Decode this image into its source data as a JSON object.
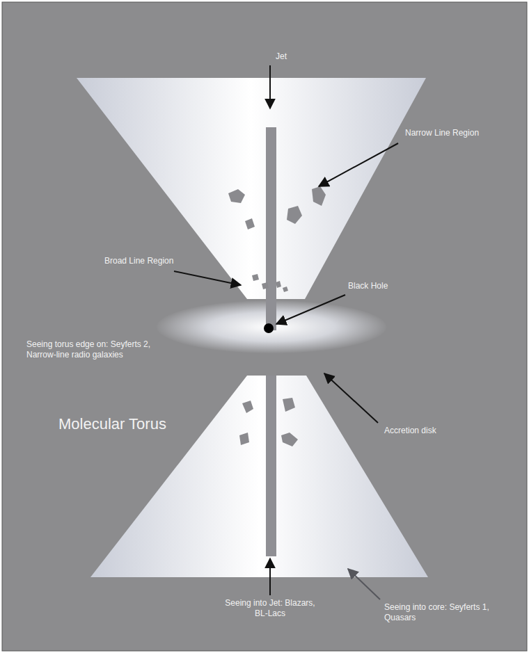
{
  "diagram": {
    "labels": [
      "Jet",
      "Narrow Line Region",
      "Broad Line Region",
      "Black Hole",
      "Seeing torus edge on: Seyferts 2, Narrow-line radio galaxies",
      "Accretion disk",
      "Molecular Torus",
      "Seeing into Jet: Blazars, BL-Lacs",
      "Seeing into core: Seyferts 1, Quasars"
    ]
  }
}
